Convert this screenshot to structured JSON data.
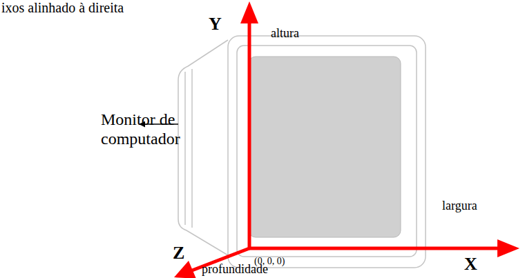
{
  "diagram": {
    "labels": [
      "ixos alinhado à direita",
      "Y",
      "altura",
      "Monitor de computador",
      "largura",
      "(0, 0, 0)",
      "Z",
      "profundidade",
      "X"
    ]
  }
}
